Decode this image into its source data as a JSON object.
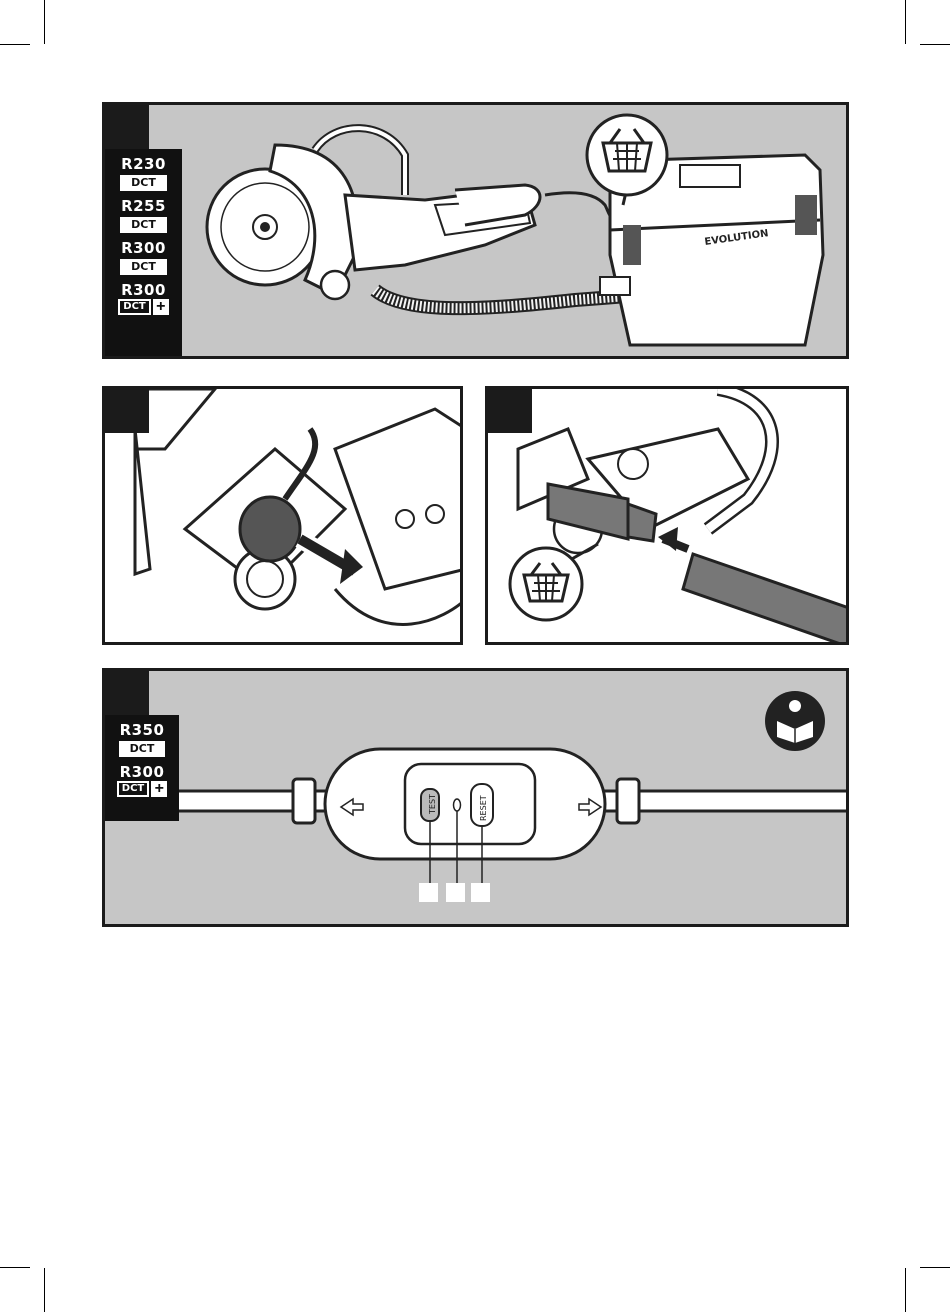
{
  "panel1": {
    "models": [
      {
        "name": "R230",
        "variant": "DCT",
        "plus": false
      },
      {
        "name": "R255",
        "variant": "DCT",
        "plus": false
      },
      {
        "name": "R300",
        "variant": "DCT",
        "plus": false
      },
      {
        "name": "R300",
        "variant": "DCT",
        "plus": true
      }
    ],
    "brand_on_vacuum": "EVOLUTION",
    "icon": "basket-icon"
  },
  "panel2": {
    "icon": "arrow-icon"
  },
  "panel3": {
    "icon": "basket-icon"
  },
  "panel4": {
    "models": [
      {
        "name": "R350",
        "variant": "DCT",
        "plus": false
      },
      {
        "name": "R300",
        "variant": "DCT",
        "plus": true
      }
    ],
    "test_label": "TEST",
    "reset_label": "RESET",
    "icon": "read-manual-icon"
  },
  "plus_symbol": "+"
}
